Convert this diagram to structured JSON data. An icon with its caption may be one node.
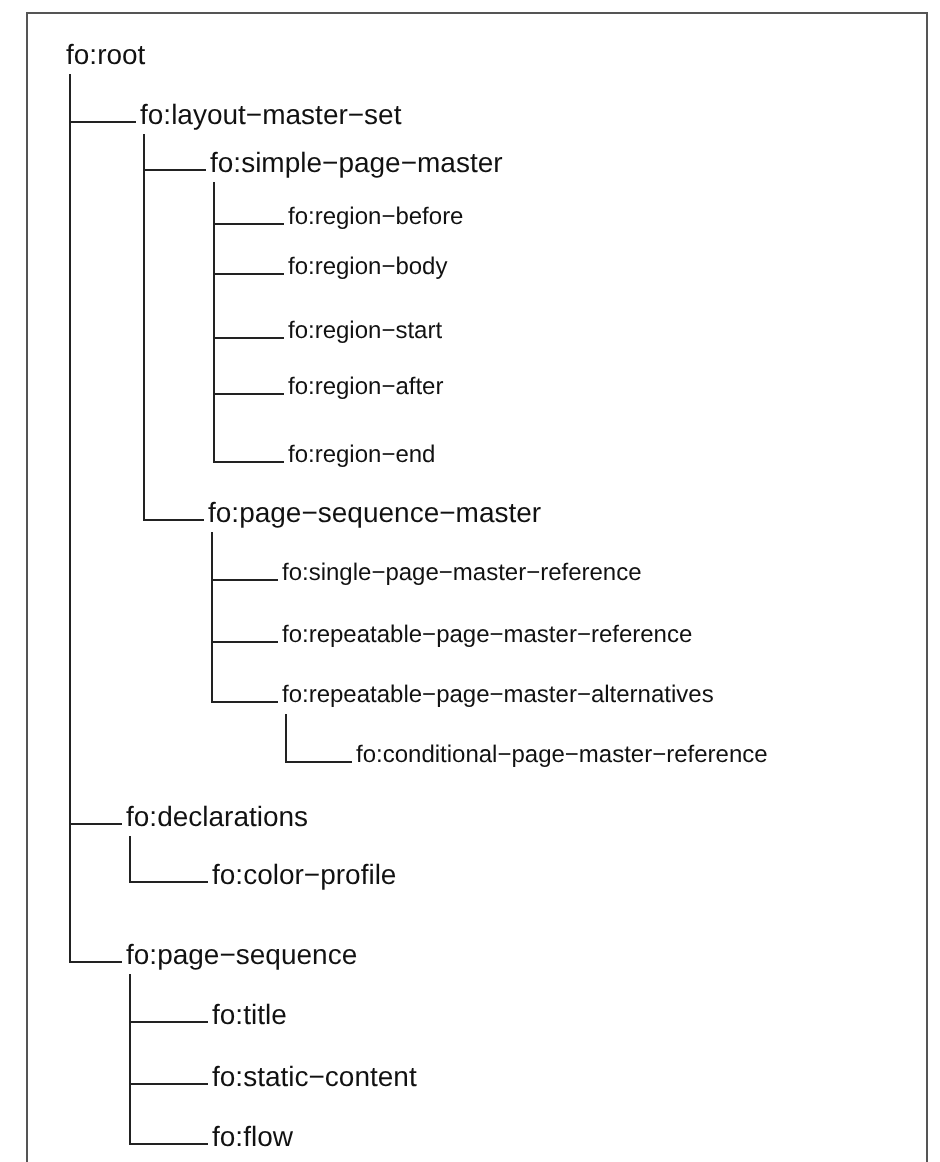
{
  "diagram": {
    "nodes": [
      {
        "text": [
          "fo:root"
        ]
      },
      {
        "text": [
          "fo:layout−master−set"
        ]
      },
      {
        "text": [
          "fo:simple−page−master"
        ]
      },
      {
        "text": [
          "fo:region−before"
        ]
      },
      {
        "text": [
          "fo:region−body"
        ]
      },
      {
        "text": [
          "fo:region−start"
        ]
      },
      {
        "text": [
          "fo:region−after"
        ]
      },
      {
        "text": [
          "fo:region−end"
        ]
      },
      {
        "text": [
          "fo:page−sequence−master"
        ]
      },
      {
        "text": [
          "fo:single−page−master−reference"
        ]
      },
      {
        "text": [
          "fo:repeatable−page−master−reference"
        ]
      },
      {
        "text": [
          "fo:repeatable−page−master−alternatives"
        ]
      },
      {
        "text": [
          "fo:conditional−page−master−reference"
        ]
      },
      {
        "text": [
          "fo:declarations"
        ]
      },
      {
        "text": [
          "fo:color−profile"
        ]
      },
      {
        "text": [
          "fo:page−sequence"
        ]
      },
      {
        "text": [
          "fo:title"
        ]
      },
      {
        "text": [
          "fo:static−content"
        ]
      },
      {
        "text": [
          "fo:flow"
        ]
      }
    ],
    "edges": [
      {
        "from": 0,
        "to": 1,
        "arrow": "none"
      },
      {
        "from": 1,
        "to": 2,
        "arrow": "none"
      },
      {
        "from": 2,
        "to": 3,
        "arrow": "none"
      },
      {
        "from": 2,
        "to": 4,
        "arrow": "none"
      },
      {
        "from": 2,
        "to": 5,
        "arrow": "none"
      },
      {
        "from": 2,
        "to": 6,
        "arrow": "none"
      },
      {
        "from": 2,
        "to": 7,
        "arrow": "none"
      },
      {
        "from": 1,
        "to": 8,
        "arrow": "none"
      },
      {
        "from": 8,
        "to": 9,
        "arrow": "none"
      },
      {
        "from": 8,
        "to": 10,
        "arrow": "none"
      },
      {
        "from": 8,
        "to": 11,
        "arrow": "none"
      },
      {
        "from": 11,
        "to": 12,
        "arrow": "none"
      },
      {
        "from": 0,
        "to": 13,
        "arrow": "none"
      },
      {
        "from": 13,
        "to": 14,
        "arrow": "none"
      },
      {
        "from": 0,
        "to": 15,
        "arrow": "none"
      },
      {
        "from": 15,
        "to": 16,
        "arrow": "none"
      },
      {
        "from": 15,
        "to": 17,
        "arrow": "none"
      },
      {
        "from": 15,
        "to": 18,
        "arrow": "none"
      }
    ]
  }
}
